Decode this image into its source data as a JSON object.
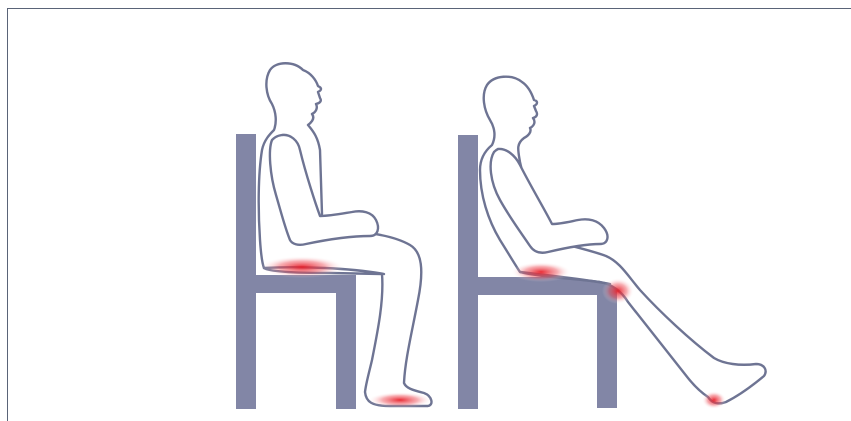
{
  "colors": {
    "background": "#ffffff",
    "frame": "#5a6478",
    "chair": "#8286a6",
    "outline": "#6e7493",
    "pressure": "#e8202a"
  },
  "figures": [
    {
      "posture": "upright",
      "pressure_points": [
        "buttocks",
        "heel"
      ]
    },
    {
      "posture": "reclined",
      "pressure_points": [
        "buttocks",
        "back-of-thigh",
        "heel"
      ]
    }
  ]
}
